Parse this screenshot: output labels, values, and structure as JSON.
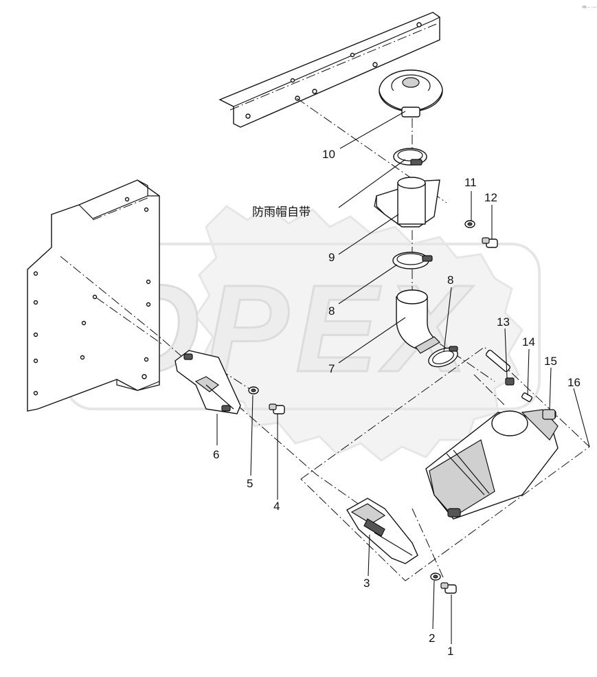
{
  "corner_mark": "m··· ····",
  "watermark_text": "OPEX",
  "note_label": "防雨帽自带",
  "callouts": [
    {
      "id": "c1",
      "text": "1"
    },
    {
      "id": "c2",
      "text": "2"
    },
    {
      "id": "c3",
      "text": "3"
    },
    {
      "id": "c4",
      "text": "4"
    },
    {
      "id": "c5",
      "text": "5"
    },
    {
      "id": "c6",
      "text": "6"
    },
    {
      "id": "c7",
      "text": "7"
    },
    {
      "id": "c8a",
      "text": "8"
    },
    {
      "id": "c8b",
      "text": "8"
    },
    {
      "id": "c9",
      "text": "9"
    },
    {
      "id": "c10",
      "text": "10"
    },
    {
      "id": "c11",
      "text": "11"
    },
    {
      "id": "c12",
      "text": "12"
    },
    {
      "id": "c13",
      "text": "13"
    },
    {
      "id": "c14",
      "text": "14"
    },
    {
      "id": "c15",
      "text": "15"
    },
    {
      "id": "c16",
      "text": "16"
    }
  ],
  "colors": {
    "line": "#111111",
    "shade": "#d0d0d0",
    "watermark": "#e6e6e6"
  }
}
